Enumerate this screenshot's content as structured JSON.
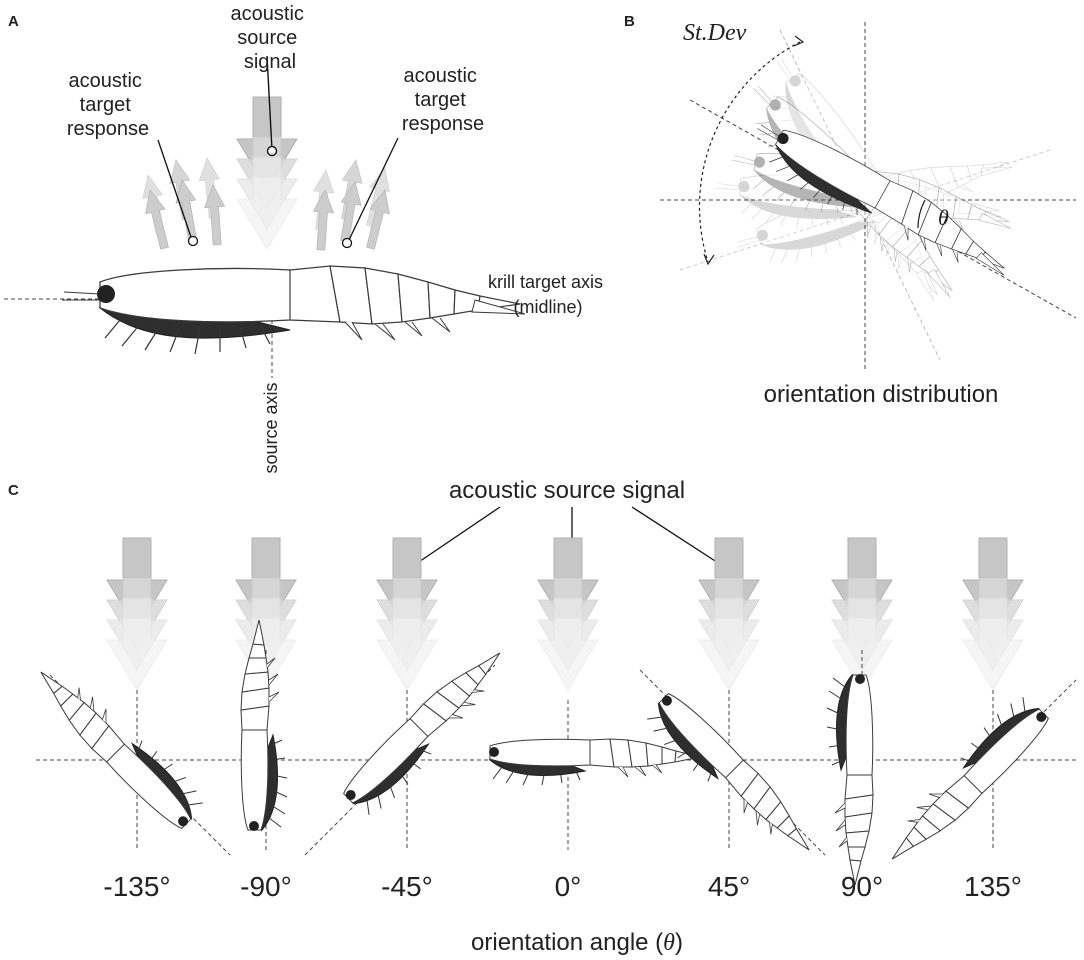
{
  "colors": {
    "background": "#ffffff",
    "outline": "#3a3a3a",
    "arrow_fill": "#c8c8c8",
    "eye": "#222222",
    "appendages": "#333333"
  },
  "panel_a": {
    "label": "A",
    "source_signal": [
      "acoustic",
      "source",
      "signal"
    ],
    "target_response_left": [
      "acoustic",
      "target",
      "response"
    ],
    "target_response_right": [
      "acoustic",
      "target",
      "response"
    ],
    "krill_axis": [
      "krill target axis",
      "(midline)"
    ],
    "source_axis": "source axis"
  },
  "panel_b": {
    "label": "B",
    "st_dev": "St.Dev",
    "theta": "θ",
    "caption": "orientation distribution"
  },
  "panel_c": {
    "label": "C",
    "source_signal": "acoustic source signal",
    "angles": [
      "-135°",
      "-90°",
      "-45°",
      "0°",
      "45°",
      "90°",
      "135°"
    ],
    "xlabel_text": "orientation angle (",
    "xlabel_symbol": "θ",
    "xlabel_close": ")"
  }
}
